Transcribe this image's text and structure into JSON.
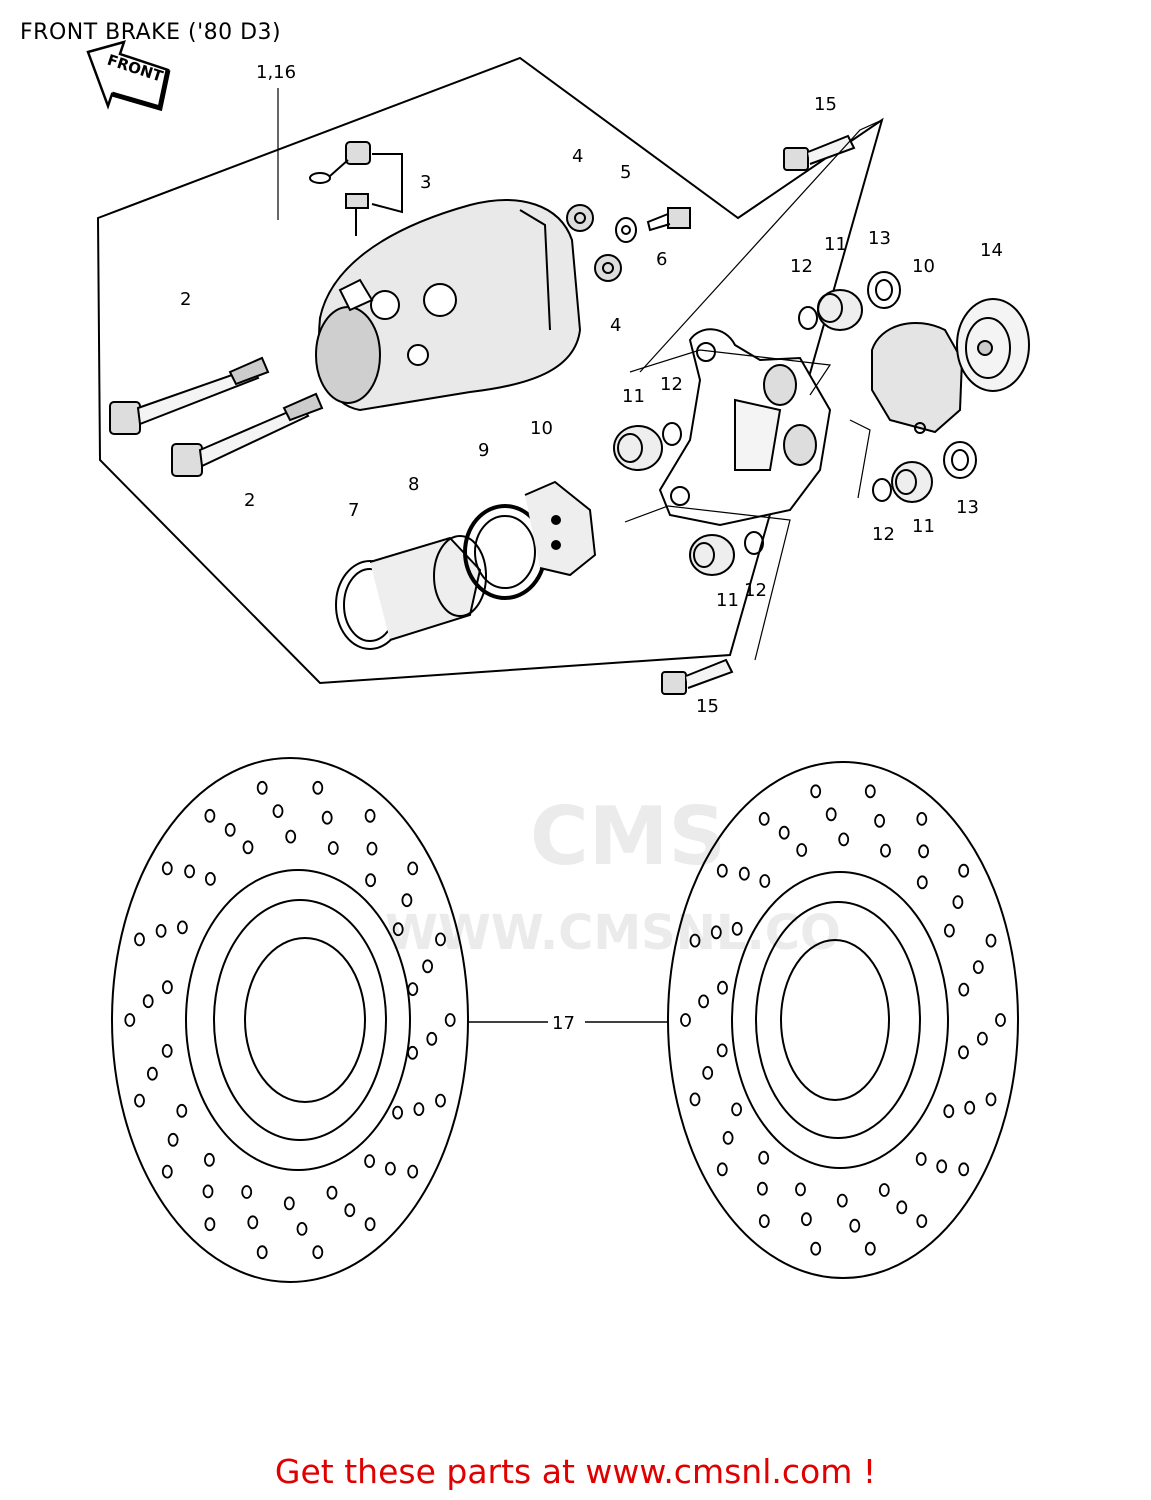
{
  "title": "FRONT BRAKE ('80 D3)",
  "front_arrow_label": "FRONT",
  "watermark": {
    "name": "CMS",
    "url": "WWW.CMSNL.CO"
  },
  "footer": {
    "text": "Get these parts at www.cmsnl.com !",
    "color": "#e00000"
  },
  "callouts": {
    "c1_16": "1,16",
    "c2a": "2",
    "c2b": "2",
    "c3": "3",
    "c4a": "4",
    "c4b": "4",
    "c5": "5",
    "c6": "6",
    "c7": "7",
    "c8": "8",
    "c9": "9",
    "c10a": "10",
    "c10b": "10",
    "c11a": "11",
    "c11b": "11",
    "c11c": "11",
    "c11d": "11",
    "c12a": "12",
    "c12b": "12",
    "c12c": "12",
    "c12d": "12",
    "c13a": "13",
    "c13b": "13",
    "c14": "14",
    "c15a": "15",
    "c15b": "15",
    "c17": "17"
  }
}
